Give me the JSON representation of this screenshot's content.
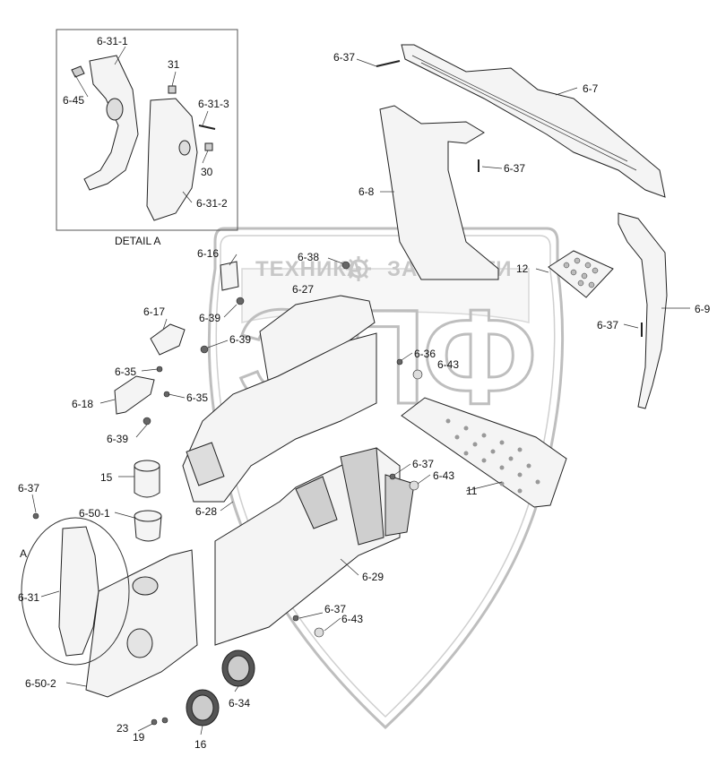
{
  "detail_box": {
    "title": "DETAIL A"
  },
  "callout": {
    "letter": "A"
  },
  "watermark": {
    "text_left": "ТЕХНИКА",
    "text_right": "ЗАПЧАСТИ",
    "logo": "ЭПФ"
  },
  "labels": [
    {
      "id": "6-31-1",
      "text": "6-31-1"
    },
    {
      "id": "31",
      "text": "31"
    },
    {
      "id": "6-45",
      "text": "6-45"
    },
    {
      "id": "6-31-3",
      "text": "6-31-3"
    },
    {
      "id": "30",
      "text": "30"
    },
    {
      "id": "6-31-2",
      "text": "6-31-2"
    },
    {
      "id": "6-37-a",
      "text": "6-37"
    },
    {
      "id": "6-7",
      "text": "6-7"
    },
    {
      "id": "6-37-b",
      "text": "6-37"
    },
    {
      "id": "6-8",
      "text": "6-8"
    },
    {
      "id": "6-16",
      "text": "6-16"
    },
    {
      "id": "6-38",
      "text": "6-38"
    },
    {
      "id": "12",
      "text": "12"
    },
    {
      "id": "6-27",
      "text": "6-27"
    },
    {
      "id": "6-9",
      "text": "6-9"
    },
    {
      "id": "6-17",
      "text": "6-17"
    },
    {
      "id": "6-39-a",
      "text": "6-39"
    },
    {
      "id": "6-37-c",
      "text": "6-37"
    },
    {
      "id": "6-39-b",
      "text": "6-39"
    },
    {
      "id": "6-36",
      "text": "6-36"
    },
    {
      "id": "6-43-a",
      "text": "6-43"
    },
    {
      "id": "6-35-a",
      "text": "6-35"
    },
    {
      "id": "6-18",
      "text": "6-18"
    },
    {
      "id": "6-35-b",
      "text": "6-35"
    },
    {
      "id": "6-39-c",
      "text": "6-39"
    },
    {
      "id": "6-37-d",
      "text": "6-37"
    },
    {
      "id": "6-43-b",
      "text": "6-43"
    },
    {
      "id": "15",
      "text": "15"
    },
    {
      "id": "11",
      "text": "11"
    },
    {
      "id": "6-37-e",
      "text": "6-37"
    },
    {
      "id": "6-50-1",
      "text": "6-50-1"
    },
    {
      "id": "6-28",
      "text": "6-28"
    },
    {
      "id": "6-29",
      "text": "6-29"
    },
    {
      "id": "6-31",
      "text": "6-31"
    },
    {
      "id": "6-37-f",
      "text": "6-37"
    },
    {
      "id": "6-43-c",
      "text": "6-43"
    },
    {
      "id": "6-50-2",
      "text": "6-50-2"
    },
    {
      "id": "6-34",
      "text": "6-34"
    },
    {
      "id": "23",
      "text": "23"
    },
    {
      "id": "19",
      "text": "19"
    },
    {
      "id": "16",
      "text": "16"
    }
  ]
}
